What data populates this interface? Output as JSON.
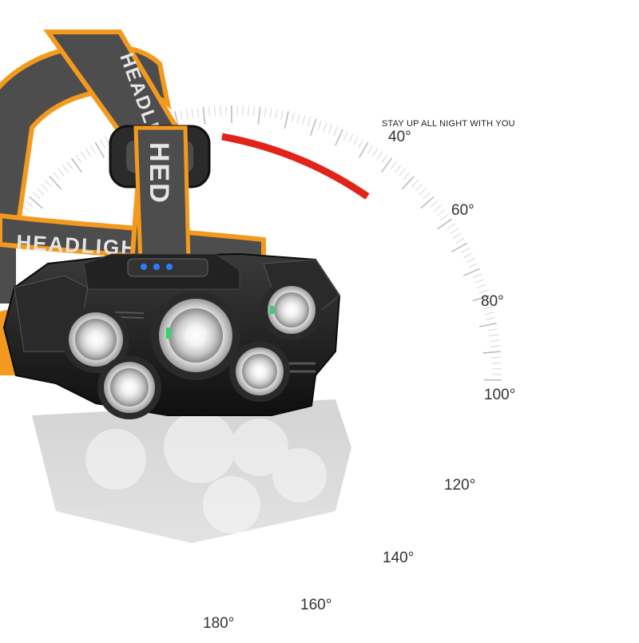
{
  "tagline": "STAY UP ALL NIGHT WITH YOU",
  "strap_text": "HEADLIGH",
  "buckle_text": "HED",
  "angles": {
    "a40": "40°",
    "a60": "60°",
    "a80": "80°",
    "a100": "100°",
    "a120": "120°",
    "a140": "140°",
    "a160": "160°",
    "a180": "180°"
  },
  "colors": {
    "strap_orange": "#f39a1e",
    "strap_gray": "#4d4d4d",
    "body_black": "#1a1a1a",
    "arc_red": "#e2231a",
    "indicator_blue": "#2f7bff",
    "indicator_green": "#36d16a"
  }
}
